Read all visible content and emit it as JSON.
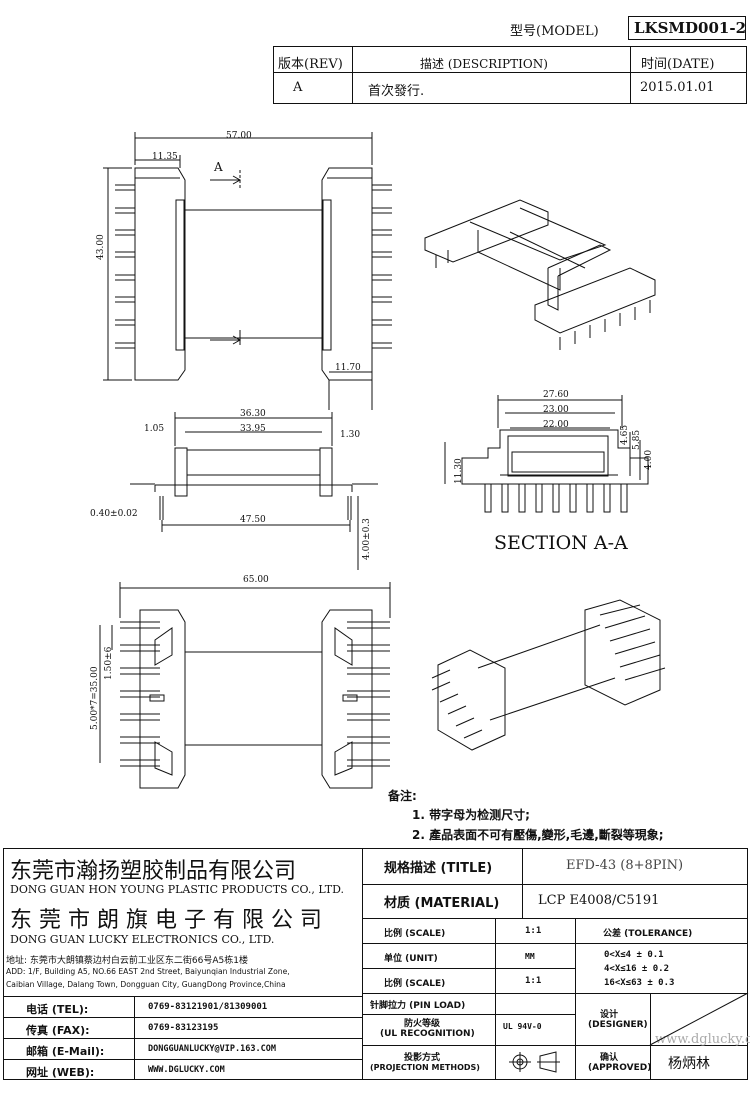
{
  "header": {
    "model_label": "型号(MODEL)",
    "model_value": "LKSMD001-2",
    "rev_label": "版本(REV)",
    "desc_label": "描述 (DESCRIPTION)",
    "date_label": "时间(DATE)",
    "rev_value": "A",
    "desc_value": "首次發行.",
    "date_value": "2015.01.01"
  },
  "dims": {
    "A": "57.00",
    "B": "11.35",
    "C": "43.00",
    "D": "11.70",
    "E": "36.30",
    "F": "1.05",
    "G": "33.95",
    "H": "1.30",
    "I": "0.40±0.02",
    "J": "4.00±0.3",
    "K": "47.50",
    "L": "1.50±6",
    "M": "65.00",
    "N": "5.00*7=35.00",
    "O": "27.60",
    "P": "11.30",
    "R": "23.00",
    "S": "22.00",
    "T": "4.65",
    "U": "5.85",
    "V": "4.00",
    "section_arrow": "A",
    "section_title": "SECTION A-A"
  },
  "notes": {
    "title": "备注:",
    "line1": "1. 带字母为检测尺寸;",
    "line2": "2. 產品表面不可有壓傷,變形,毛邊,斷裂等現象;"
  },
  "company": {
    "name1_cn": "东莞市瀚扬塑胶制品有限公司",
    "name1_en": "DONG GUAN HON YOUNG PLASTIC PRODUCTS CO., LTD.",
    "name2_cn": "东 莞 市 朗 旗 电 子 有 限 公 司",
    "name2_en": "DONG GUAN LUCKY ELECTRONICS CO., LTD.",
    "addr_cn": "地址: 东莞市大朗镇蔡边村白云前工业区东二街66号A5栋1楼",
    "addr_en1": "ADD: 1/F, Building A5, NO.66 EAST 2nd Street, Baiyunqian Industrial Zone,",
    "addr_en2": "Caibian Village, Dalang Town, Dongguan City, GuangDong Province,China"
  },
  "contact": {
    "tel_label": "电话 (TEL):",
    "tel_value": "0769-83121901/81309001",
    "fax_label": "传真 (FAX):",
    "fax_value": "0769-83123195",
    "mail_label": "邮箱 (E-Mail):",
    "mail_value": "DONGGUANLUCKY@VIP.163.COM",
    "web_label": "网址 (WEB):",
    "web_value": "WWW.DGLUCKY.COM"
  },
  "spec": {
    "title_label": "规格描述 (TITLE)",
    "title_value": "EFD-43 (8+8PIN)",
    "material_label": "材质 (MATERIAL)",
    "material_value": "LCP E4008/C5191",
    "scale_label": "比例 (SCALE)",
    "scale_value": "1:1",
    "tolerance_label": "公差 (TOLERANCE)",
    "unit_label": "单位 (UNIT)",
    "unit_value": "MM",
    "scale2_label": "比例 (SCALE)",
    "scale2_value": "1:1",
    "tol1": "0<X≤4   ± 0.1",
    "tol2": "4<X≤16  ± 0.2",
    "tol3": "16<X≤63 ± 0.3",
    "pinload_label": "针脚拉力 (PIN LOAD)",
    "ul_label1": "防火等级",
    "ul_label2": "(UL RECOGNITION)",
    "ul_value": "UL 94V-0",
    "designer_label1": "设计",
    "designer_label2": "(DESIGNER)",
    "proj_label1": "投影方式",
    "proj_label2": "(PROJECTION METHODS)",
    "approved_label1": "确认",
    "approved_label2": "(APPROVED)",
    "approved_value": "杨炳林",
    "watermark": "www.dglucky.com"
  }
}
